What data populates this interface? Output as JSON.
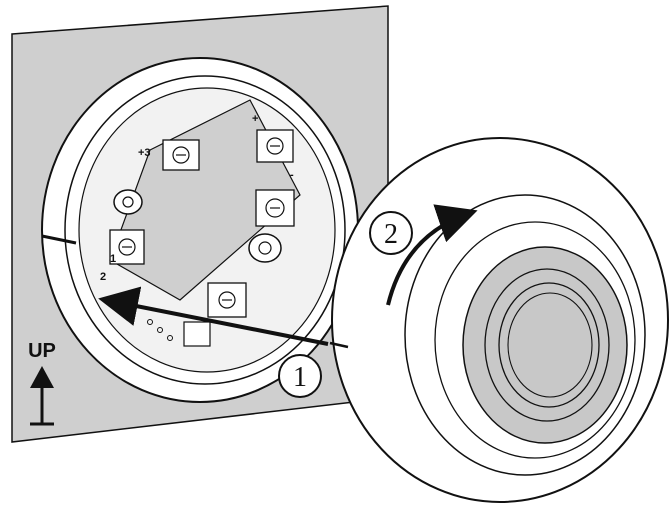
{
  "diagram": {
    "up_label": "UP",
    "step_1_label": "1",
    "step_2_label": "2",
    "terminal_labels": [
      "+3",
      "+",
      "-",
      "2",
      "1"
    ],
    "colors": {
      "wall": "#cfcfcf",
      "line": "#111111",
      "detector_body": "#ffffff",
      "lens": "#c8c8c8"
    },
    "icons": [
      "up-arrow-icon",
      "insert-arrow-icon",
      "rotate-arrow-icon"
    ]
  }
}
